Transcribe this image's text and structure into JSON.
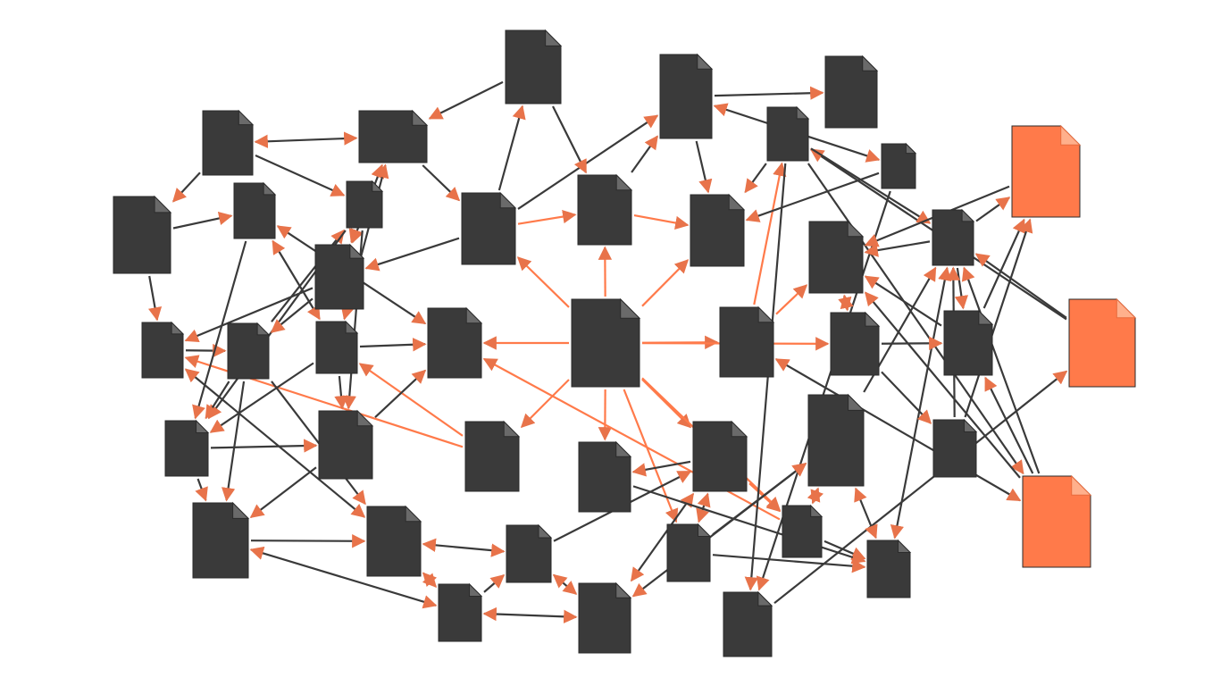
{
  "colors": {
    "background": "#ffffff",
    "doc_fill": "#3a3a3a",
    "doc_fold": "#6a6a6a",
    "edge": "#3a3a3a",
    "arrowhead": "#e8734a",
    "highlight": "#ff7a4a",
    "highlight_fold": "#ffb08c",
    "highlight_stroke": "#e86a3c"
  },
  "diagram": {
    "node_kind": "document-icon",
    "center_node": "c",
    "outlier_nodes": [
      "o1",
      "o2",
      "o3"
    ],
    "nodes": [
      "a1",
      "a2",
      "a3",
      "a4",
      "b1",
      "b2",
      "b3",
      "b4",
      "b5",
      "b6",
      "b7",
      "b8",
      "b9",
      "b10",
      "b11",
      "b12",
      "c1",
      "c2",
      "c3",
      "c4",
      "c5",
      "c6",
      "c",
      "d1",
      "d2",
      "d3",
      "d4",
      "d5",
      "d6",
      "d7",
      "d8",
      "d9",
      "d10",
      "d11",
      "e1",
      "e2",
      "e3",
      "e4",
      "e5",
      "e6",
      "e7",
      "e8",
      "e9",
      "e10",
      "e11",
      "f1",
      "f2",
      "f3",
      "g1",
      "g2",
      "g3"
    ],
    "edges": [
      {
        "from": "c",
        "to": "c1",
        "kind": "highlight"
      },
      {
        "from": "c",
        "to": "c2",
        "kind": "highlight"
      },
      {
        "from": "c",
        "to": "c3",
        "kind": "highlight"
      },
      {
        "from": "c",
        "to": "c4",
        "kind": "highlight"
      },
      {
        "from": "c",
        "to": "c5",
        "kind": "highlight"
      },
      {
        "from": "c",
        "to": "c6",
        "kind": "highlight"
      },
      {
        "from": "c",
        "to": "d1",
        "kind": "highlight"
      },
      {
        "from": "c",
        "to": "d2",
        "kind": "highlight"
      },
      {
        "from": "c",
        "to": "d3",
        "kind": "highlight"
      },
      {
        "from": "c",
        "to": "d4",
        "kind": "highlight"
      },
      {
        "from": "c",
        "to": "d5",
        "kind": "highlight"
      },
      {
        "from": "c1",
        "to": "c2",
        "kind": "highlight"
      },
      {
        "from": "c2",
        "to": "c3",
        "kind": "highlight"
      },
      {
        "from": "c5",
        "to": "d4",
        "kind": "highlight"
      },
      {
        "from": "d4",
        "to": "c6",
        "kind": "highlight"
      },
      {
        "from": "c4",
        "to": "e1",
        "kind": "highlight"
      },
      {
        "from": "c4",
        "to": "e2",
        "kind": "highlight"
      },
      {
        "from": "d2",
        "to": "b3",
        "kind": "highlight"
      },
      {
        "from": "d2",
        "to": "b5",
        "kind": "highlight"
      },
      {
        "from": "a1",
        "to": "a2",
        "kind": "both"
      },
      {
        "from": "a2",
        "to": "b2",
        "kind": "both"
      },
      {
        "from": "a1",
        "to": "a3",
        "kind": "forward"
      },
      {
        "from": "a3",
        "to": "a4",
        "kind": "forward"
      },
      {
        "from": "a1",
        "to": "b1",
        "kind": "forward"
      },
      {
        "from": "b1",
        "to": "b4",
        "kind": "backward"
      },
      {
        "from": "b1",
        "to": "b2",
        "kind": "forward"
      },
      {
        "from": "b2",
        "to": "b3",
        "kind": "forward"
      },
      {
        "from": "b1",
        "to": "b6",
        "kind": "forward"
      },
      {
        "from": "b1",
        "to": "b7",
        "kind": "forward"
      },
      {
        "from": "a2",
        "to": "b5",
        "kind": "both"
      },
      {
        "from": "a2",
        "to": "c1",
        "kind": "forward"
      },
      {
        "from": "a3",
        "to": "a4",
        "kind": "forward"
      },
      {
        "from": "a4",
        "to": "c6",
        "kind": "both"
      },
      {
        "from": "a4",
        "to": "b5",
        "kind": "both"
      },
      {
        "from": "a3",
        "to": "b3",
        "kind": "forward"
      },
      {
        "from": "b4",
        "to": "b6",
        "kind": "forward"
      },
      {
        "from": "b5",
        "to": "b6",
        "kind": "forward"
      },
      {
        "from": "b6",
        "to": "b7",
        "kind": "forward"
      },
      {
        "from": "b6",
        "to": "b8",
        "kind": "forward"
      },
      {
        "from": "b7",
        "to": "b8",
        "kind": "forward"
      },
      {
        "from": "b8",
        "to": "b9",
        "kind": "forward"
      },
      {
        "from": "b8",
        "to": "b10",
        "kind": "both"
      },
      {
        "from": "b9",
        "to": "b10",
        "kind": "both"
      },
      {
        "from": "b9",
        "to": "b11",
        "kind": "both"
      },
      {
        "from": "b10",
        "to": "b11",
        "kind": "forward"
      },
      {
        "from": "b10",
        "to": "b12",
        "kind": "both"
      },
      {
        "from": "b11",
        "to": "b12",
        "kind": "both"
      },
      {
        "from": "b5",
        "to": "b7",
        "kind": "forward"
      },
      {
        "from": "b3",
        "to": "b4",
        "kind": "forward"
      },
      {
        "from": "b2",
        "to": "b4",
        "kind": "forward"
      },
      {
        "from": "b4",
        "to": "b9",
        "kind": "forward"
      },
      {
        "from": "b3",
        "to": "b9",
        "kind": "both"
      },
      {
        "from": "b12",
        "to": "c5",
        "kind": "both"
      },
      {
        "from": "b11",
        "to": "c5",
        "kind": "forward"
      },
      {
        "from": "b12",
        "to": "g3",
        "kind": "both"
      },
      {
        "from": "c1",
        "to": "b2",
        "kind": "forward"
      },
      {
        "from": "c1",
        "to": "e3",
        "kind": "forward"
      },
      {
        "from": "c1",
        "to": "e4",
        "kind": "forward"
      },
      {
        "from": "e3",
        "to": "a2",
        "kind": "forward"
      },
      {
        "from": "c2",
        "to": "e3",
        "kind": "backward"
      },
      {
        "from": "c2",
        "to": "e4",
        "kind": "forward"
      },
      {
        "from": "e4",
        "to": "c3",
        "kind": "forward"
      },
      {
        "from": "e4",
        "to": "e5",
        "kind": "forward"
      },
      {
        "from": "e4",
        "to": "e6",
        "kind": "both"
      },
      {
        "from": "e6",
        "to": "c3",
        "kind": "forward"
      },
      {
        "from": "e6",
        "to": "e7",
        "kind": "forward"
      },
      {
        "from": "e5",
        "to": "f1",
        "kind": "backward"
      },
      {
        "from": "e7",
        "to": "e8",
        "kind": "forward"
      },
      {
        "from": "e7",
        "to": "e1",
        "kind": "backward"
      },
      {
        "from": "e8",
        "to": "e1",
        "kind": "forward"
      },
      {
        "from": "e8",
        "to": "e10",
        "kind": "forward"
      },
      {
        "from": "e1",
        "to": "e10",
        "kind": "forward"
      },
      {
        "from": "e1",
        "to": "c3",
        "kind": "forward"
      },
      {
        "from": "e1",
        "to": "e9",
        "kind": "forward"
      },
      {
        "from": "c4",
        "to": "e9",
        "kind": "both"
      },
      {
        "from": "e9",
        "to": "e10",
        "kind": "forward"
      },
      {
        "from": "e9",
        "to": "e11",
        "kind": "forward"
      },
      {
        "from": "e9",
        "to": "e2",
        "kind": "forward"
      },
      {
        "from": "e10",
        "to": "e11",
        "kind": "forward"
      },
      {
        "from": "e11",
        "to": "e2",
        "kind": "forward"
      },
      {
        "from": "e11",
        "to": "g1",
        "kind": "forward"
      },
      {
        "from": "e2",
        "to": "g1",
        "kind": "both"
      },
      {
        "from": "e2",
        "to": "d5",
        "kind": "both"
      },
      {
        "from": "g1",
        "to": "d5",
        "kind": "forward"
      },
      {
        "from": "g1",
        "to": "g2",
        "kind": "forward"
      },
      {
        "from": "e10",
        "to": "g1",
        "kind": "forward"
      },
      {
        "from": "e2",
        "to": "g2",
        "kind": "forward"
      },
      {
        "from": "c5",
        "to": "d3",
        "kind": "both"
      },
      {
        "from": "c5",
        "to": "d1",
        "kind": "forward"
      },
      {
        "from": "d3",
        "to": "d6",
        "kind": "forward"
      },
      {
        "from": "d3",
        "to": "g3",
        "kind": "both"
      },
      {
        "from": "d4",
        "to": "d6",
        "kind": "both"
      },
      {
        "from": "d4",
        "to": "d7",
        "kind": "forward"
      },
      {
        "from": "d1",
        "to": "d7",
        "kind": "forward"
      },
      {
        "from": "d6",
        "to": "d7",
        "kind": "both"
      },
      {
        "from": "d6",
        "to": "d10",
        "kind": "forward"
      },
      {
        "from": "d7",
        "to": "d10",
        "kind": "both"
      },
      {
        "from": "d8",
        "to": "d10",
        "kind": "forward"
      },
      {
        "from": "d5",
        "to": "d8",
        "kind": "forward"
      },
      {
        "from": "d5",
        "to": "d9",
        "kind": "forward"
      },
      {
        "from": "d9",
        "to": "d11",
        "kind": "forward"
      },
      {
        "from": "d11",
        "to": "g2",
        "kind": "forward"
      },
      {
        "from": "d11",
        "to": "g1",
        "kind": "forward"
      },
      {
        "from": "d8",
        "to": "d11",
        "kind": "forward"
      },
      {
        "from": "d9",
        "to": "g2",
        "kind": "forward"
      },
      {
        "from": "d10",
        "to": "d11",
        "kind": "forward"
      },
      {
        "from": "g3",
        "to": "d7",
        "kind": "forward"
      },
      {
        "from": "d3",
        "to": "d7",
        "kind": "forward"
      },
      {
        "from": "d10",
        "to": "g3",
        "kind": "forward"
      },
      {
        "from": "a4",
        "to": "b6",
        "kind": "forward"
      },
      {
        "from": "b5",
        "to": "c6",
        "kind": "forward"
      },
      {
        "from": "b7",
        "to": "c6",
        "kind": "forward"
      },
      {
        "from": "b4",
        "to": "b8",
        "kind": "forward"
      }
    ]
  }
}
